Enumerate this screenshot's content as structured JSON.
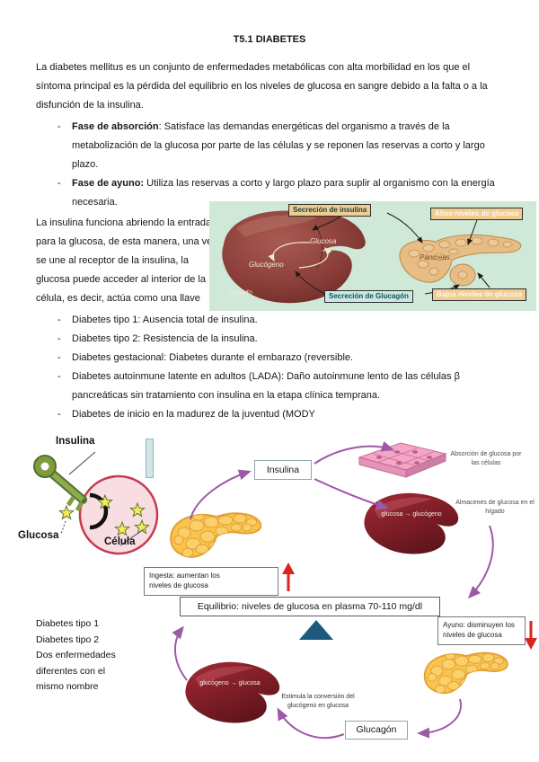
{
  "title": "T5.1 DIABETES",
  "intro": "La diabetes mellitus es un conjunto de enfermedades metabólicas con alta morbilidad en los que el síntoma principal es la pérdida del equilibrio en los niveles de glucosa en sangre debido a la falta o a la disfunción de la insulina.",
  "list_marker": "-",
  "phases": [
    {
      "term": "Fase de absorción",
      "desc": ": Satisface las demandas energéticas del organismo a través de la metabolización de la glucosa por parte de las células y se reponen las reservas a corto y largo plazo."
    },
    {
      "term": "Fase de ayuno:",
      "desc": " Utiliza las reservas a corto y largo plazo para suplir al organismo con la energía necesaria."
    }
  ],
  "insulin_paragraph": "La insulina funciona abriendo la entrada para la glucosa, de esta manera, una vez se une al receptor de la insulina, la glucosa puede acceder al interior de la célula, es decir, actúa como una llave",
  "types": [
    "Diabetes tipo 1: Ausencia total de insulina.",
    "Diabetes tipo 2: Resistencia de la insulina.",
    "Diabetes gestacional: Diabetes durante el embarazo (reversible.",
    "Diabetes autoinmune latente en adultos (LADA): Daño autoinmune lento de las células β pancreáticas sin tratamiento con insulina en la etapa clínica temprana.",
    "Diabetes de inicio en la madurez de la juventud (MODY"
  ],
  "fig1": {
    "labels": {
      "secrecion_insulina": "Secreción de insulina",
      "altos_niveles": "Altos niveles de glucosa",
      "bajos_niveles": "Bajos niveles de glucosa",
      "secrecion_glucagon": "Secreción de Glucagón",
      "glucosa": "Glucosa",
      "glucogeno": "Glucógeno",
      "higado": "Hígado",
      "pancreas": "Páncreas"
    }
  },
  "fig2": {
    "cell": {
      "insulina": "Insulina",
      "glucosa": "Glucosa",
      "celula": "Célula"
    },
    "insulina_box": "Insulina",
    "absorcion": "Absorción de glucosa por las células",
    "almacenes": "Almacenes de glucosa en el hígado",
    "liver_store": "glucosa → glucógeno",
    "ingesta": "Ingesta: aumentan los niveles de glucosa",
    "equilibrio": "Equilibrio: niveles de glucosa en plasma 70-110 mg/dl",
    "ayuno": "Ayuno: disminuyen los niveles de glucosa",
    "estimula": "Estimula la conversión del glucógeno en glucosa",
    "glucagon_box": "Glucagón",
    "liver_release": "glucógeno → glucosa",
    "note": [
      "Diabetes tipo 1",
      "Diabetes tipo 2",
      "Dos enfermedades",
      "diferentes con el",
      "mismo nombre"
    ]
  },
  "icons": {
    "ingesta_arrow": "red-up-arrow",
    "ayuno_arrow": "red-down-arrow",
    "equilibrio_marker": "teal-triangle",
    "insulin_key": "green-key",
    "glucose_star": "yellow-star"
  },
  "colors": {
    "cycle_arrow": "#9c59a6",
    "alert_red": "#d9251d",
    "triangle_teal": "#1d5a7e",
    "fig1_background": "#cfe8d8",
    "label_tan": "#f0cc92",
    "label_cyan": "#c9e9e4",
    "liver_red": "#8c2a31",
    "pancreas_yellow": "#f7c54b"
  }
}
